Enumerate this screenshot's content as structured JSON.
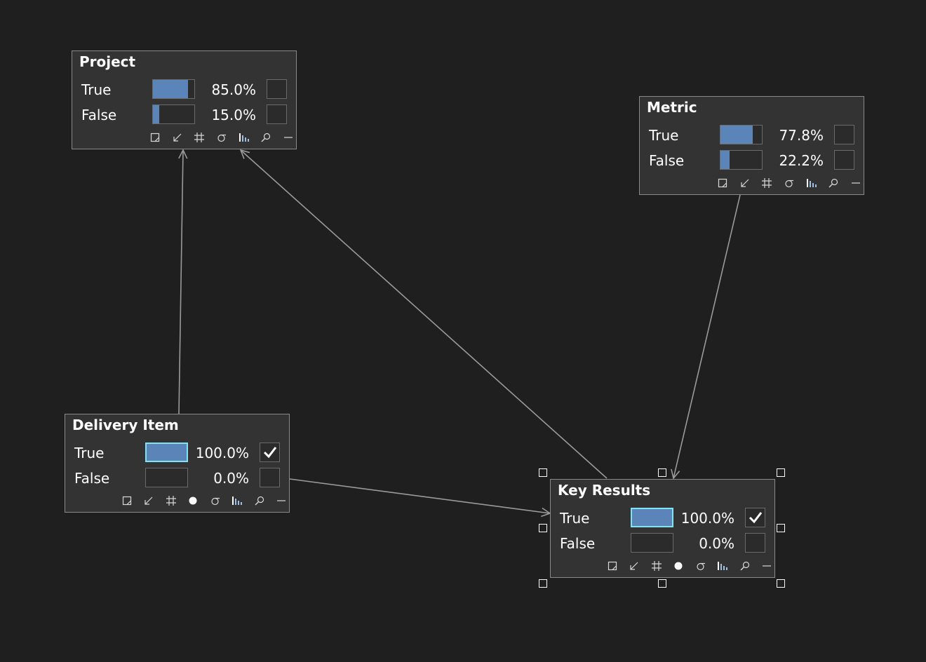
{
  "theme": {
    "background": "#1f1f1f",
    "node_bg": "#333333",
    "bar_fill": "#5b84b8",
    "selected_border": "#7fe3f2",
    "edge": "#9a9a9a"
  },
  "nodes": {
    "project": {
      "title": "Project",
      "states": [
        {
          "label": "True",
          "percent": "85.0%",
          "fill": 0.85,
          "checked": false
        },
        {
          "label": "False",
          "percent": "15.0%",
          "fill": 0.15,
          "checked": false
        }
      ],
      "toolbar": [
        "resize-icon",
        "collapse-arrow-icon",
        "grid-icon",
        "sigma-icon",
        "bar-chart-icon",
        "search-icon",
        "minimize-icon"
      ]
    },
    "metric": {
      "title": "Metric",
      "states": [
        {
          "label": "True",
          "percent": "77.8%",
          "fill": 0.778,
          "checked": false
        },
        {
          "label": "False",
          "percent": "22.2%",
          "fill": 0.222,
          "checked": false
        }
      ],
      "toolbar": [
        "resize-icon",
        "collapse-arrow-icon",
        "grid-icon",
        "sigma-icon",
        "bar-chart-icon",
        "search-icon",
        "minimize-icon"
      ]
    },
    "delivery_item": {
      "title": "Delivery Item",
      "states": [
        {
          "label": "True",
          "percent": "100.0%",
          "fill": 1.0,
          "checked": true
        },
        {
          "label": "False",
          "percent": "0.0%",
          "fill": 0.0,
          "checked": false
        }
      ],
      "toolbar": [
        "resize-icon",
        "collapse-arrow-icon",
        "grid-icon",
        "evidence-dot-icon",
        "sigma-icon",
        "bar-chart-icon",
        "search-icon",
        "minimize-icon"
      ]
    },
    "key_results": {
      "title": "Key Results",
      "states": [
        {
          "label": "True",
          "percent": "100.0%",
          "fill": 1.0,
          "checked": true
        },
        {
          "label": "False",
          "percent": "0.0%",
          "fill": 0.0,
          "checked": false
        }
      ],
      "toolbar": [
        "resize-icon",
        "collapse-arrow-icon",
        "grid-icon",
        "evidence-dot-icon",
        "sigma-icon",
        "bar-chart-icon",
        "search-icon",
        "minimize-icon"
      ]
    }
  },
  "edges": [
    {
      "from": "Delivery Item",
      "to": "Project"
    },
    {
      "from": "Key Results",
      "to": "Project"
    },
    {
      "from": "Metric",
      "to": "Key Results"
    },
    {
      "from": "Delivery Item",
      "to": "Key Results"
    }
  ]
}
